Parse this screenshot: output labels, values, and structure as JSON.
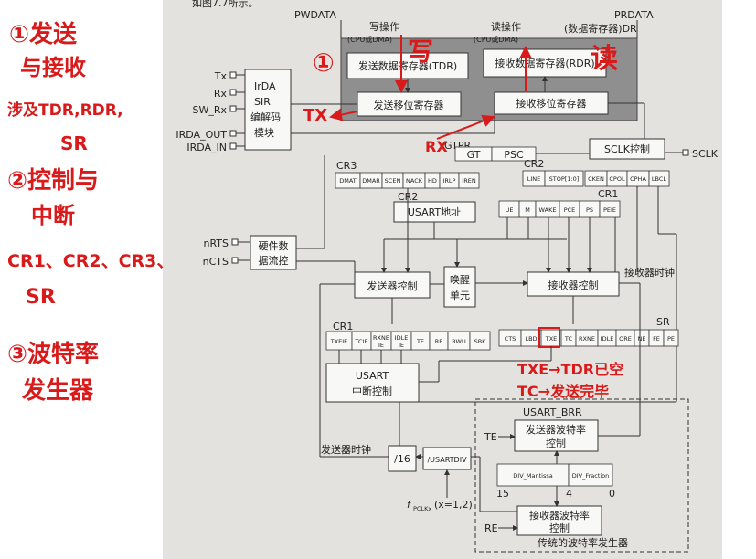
{
  "header_fragment": "如图7.7所示。",
  "diagram": {
    "bus_pwdata": "PWDATA",
    "bus_prdata": "PRDATA",
    "write_op": "写操作",
    "read_op": "读操作",
    "cpu_dma_w": "(CPU或DMA)",
    "cpu_dma_r": "(CPU或DMA)",
    "data_reg_dr": "(数据寄存器)DR",
    "tdr": "发送数据寄存器(TDR)",
    "rdr": "接收数据寄存器(RDR)",
    "tx_shift": "发送移位寄存器",
    "rx_shift": "接收移位寄存器",
    "pins": [
      "Tx",
      "Rx",
      "SW_Rx",
      "IRDA_OUT",
      "IRDA_IN",
      "nRTS",
      "nCTS",
      "SCLK"
    ],
    "irda_lines": [
      "IrDA",
      "SIR",
      "编解码",
      "模块"
    ],
    "gtpr": "GTPR",
    "gt": "GT",
    "psc": "PSC",
    "sclk_ctrl": "SCLK控制",
    "cr3_label": "CR3",
    "cr3_bits": [
      "DMAT",
      "DMAR",
      "SCEN",
      "NACK",
      "HD",
      "IRLP",
      "IREN"
    ],
    "cr2_label": "CR2",
    "cr2_lower_label": "CR2",
    "cr2_bits": [
      "LINE",
      "STOP[1:0]",
      "CKEN",
      "CPOL",
      "CPHA",
      "LBCL"
    ],
    "usart_addr": "USART地址",
    "cr1_label": "CR1",
    "cr1_bits": [
      "UE",
      "M",
      "WAKE",
      "PCE",
      "PS",
      "PEIE"
    ],
    "hw_flow_lines": [
      "硬件数",
      "据流控"
    ],
    "tx_ctrl": "发送器控制",
    "wakeup_lines": [
      "唤醒",
      "单元"
    ],
    "rx_ctrl": "接收器控制",
    "rx_clock": "接收器时钟",
    "cr1_lower_label": "CR1",
    "cr1_lower_bits": [
      "TXEIE",
      "TCIE",
      "RXNE|IE",
      "IDLE|IE",
      "TE",
      "RE",
      "RWU",
      "SBK"
    ],
    "sr_label": "SR",
    "sr_bits": [
      "CTS",
      "LBD",
      "TXE",
      "TC",
      "RXNE",
      "IDLE",
      "ORE",
      "NE",
      "FE",
      "PE"
    ],
    "int_ctrl_lines": [
      "USART",
      "中断控制"
    ],
    "usart_brr": "USART_BRR",
    "te": "TE",
    "re": "RE",
    "tx_baud_lines": [
      "发送器波特率",
      "控制"
    ],
    "rx_baud_lines": [
      "接收器波特率",
      "控制"
    ],
    "div_mantissa": "DIV_Mantissa",
    "div_fraction": "DIV_Fraction",
    "bit_15": "15",
    "bit_4": "4",
    "bit_0": "0",
    "tx_clock": "发送器时钟",
    "div16": "/16",
    "usartdiv": "/USARTDIV",
    "fpclk": "f",
    "fpclk_sub": "PCLKx",
    "fpclk_note": "(x=1,2)",
    "baud_gen": "传统的波特率发生器"
  },
  "annotations": {
    "note1_lines": [
      "①发送",
      "与接收",
      "涉及TDR,RDR,",
      "SR"
    ],
    "note2_lines": [
      "②控制与",
      "中断"
    ],
    "note2_regs": "CR1、CR2、CR3、",
    "note2_sr": "SR",
    "note3_lines": [
      "③波特率",
      "发生器"
    ],
    "mark_1": "①",
    "mark_write": "写",
    "mark_read": "读",
    "mark_tx": "TX",
    "mark_rx": "RX",
    "txe_note": "TXE→TDR已空",
    "tc_note": "TC→发送完毕",
    "color": "#d81a1a"
  }
}
